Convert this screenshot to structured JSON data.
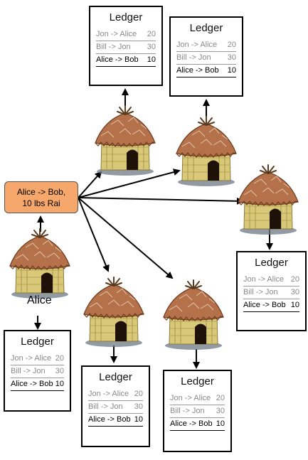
{
  "transaction": {
    "line1": "Alice -> Bob,",
    "line2": "10 lbs Rai"
  },
  "alice_label": "Alice",
  "ledger_title": "Ledger",
  "ledger_rows": [
    {
      "from_to": "Jon -> Alice",
      "amount": "20",
      "new": false
    },
    {
      "from_to": "Bill -> Jon",
      "amount": "30",
      "new": false
    },
    {
      "from_to": "Alice -> Bob",
      "amount": "10",
      "new": true
    }
  ],
  "hut_icon": "thatched-hut-icon",
  "colors": {
    "transaction_box": "#f6a86c",
    "arrow": "#000000"
  }
}
